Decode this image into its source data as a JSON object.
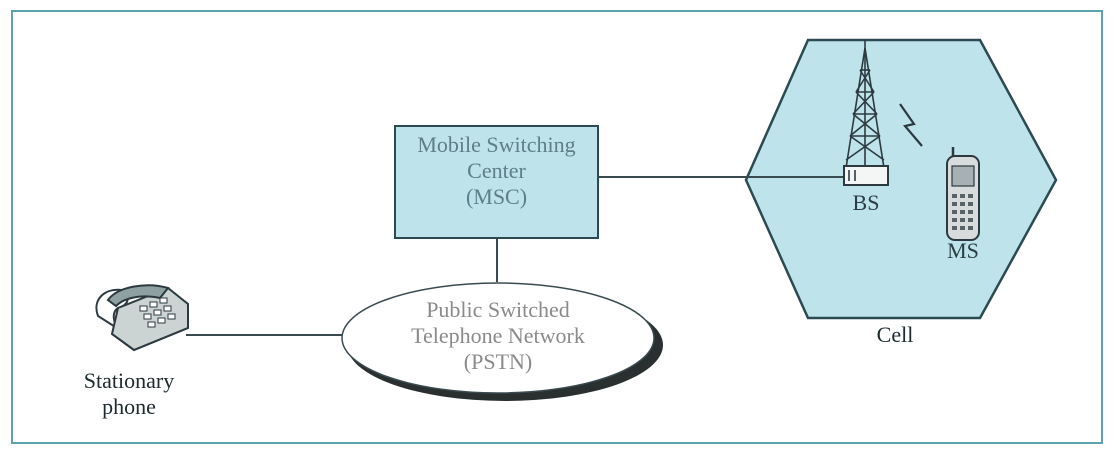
{
  "msc": {
    "line1": "Mobile Switching",
    "line2": "Center",
    "line3": "(MSC)"
  },
  "pstn": {
    "line1": "Public Switched",
    "line2": "Telephone Network",
    "line3": "(PSTN)"
  },
  "phone": {
    "line1": "Stationary",
    "line2": "phone"
  },
  "cell": {
    "label": "Cell",
    "bs_label": "BS",
    "ms_label": "MS"
  },
  "colors": {
    "frame": "#5aa3ad",
    "fill": "#bfe3ea",
    "stroke": "#2c4a52",
    "line": "#3a4b50",
    "page": "#ffffff"
  },
  "icons": {
    "phone": "desk-phone-icon",
    "tower": "antenna-tower-icon",
    "mobile": "mobile-phone-icon",
    "signal": "lightning-signal-icon"
  }
}
